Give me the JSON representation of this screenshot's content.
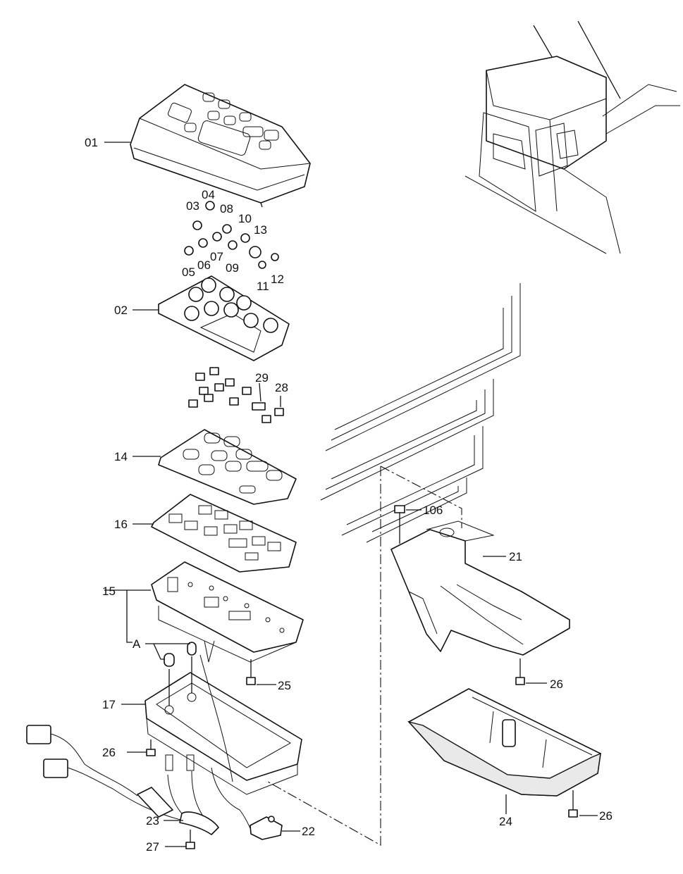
{
  "callouts": [
    {
      "id": "01",
      "text": "01"
    },
    {
      "id": "02",
      "text": "02"
    },
    {
      "id": "03",
      "text": "03"
    },
    {
      "id": "04",
      "text": "04"
    },
    {
      "id": "05",
      "text": "05"
    },
    {
      "id": "06",
      "text": "06"
    },
    {
      "id": "07",
      "text": "07"
    },
    {
      "id": "08",
      "text": "08"
    },
    {
      "id": "09",
      "text": "09"
    },
    {
      "id": "10",
      "text": "10"
    },
    {
      "id": "11",
      "text": "11"
    },
    {
      "id": "12",
      "text": "12"
    },
    {
      "id": "13",
      "text": "13"
    },
    {
      "id": "14",
      "text": "14"
    },
    {
      "id": "15",
      "text": "15"
    },
    {
      "id": "16",
      "text": "16"
    },
    {
      "id": "17",
      "text": "17"
    },
    {
      "id": "21",
      "text": "21"
    },
    {
      "id": "22",
      "text": "22"
    },
    {
      "id": "23",
      "text": "23"
    },
    {
      "id": "24",
      "text": "24"
    },
    {
      "id": "25",
      "text": "25"
    },
    {
      "id": "26a",
      "text": "26"
    },
    {
      "id": "26b",
      "text": "26"
    },
    {
      "id": "26c",
      "text": "26"
    },
    {
      "id": "27",
      "text": "27"
    },
    {
      "id": "28",
      "text": "28"
    },
    {
      "id": "29",
      "text": "29"
    },
    {
      "id": "106",
      "text": "106"
    },
    {
      "id": "A",
      "text": "A"
    }
  ]
}
